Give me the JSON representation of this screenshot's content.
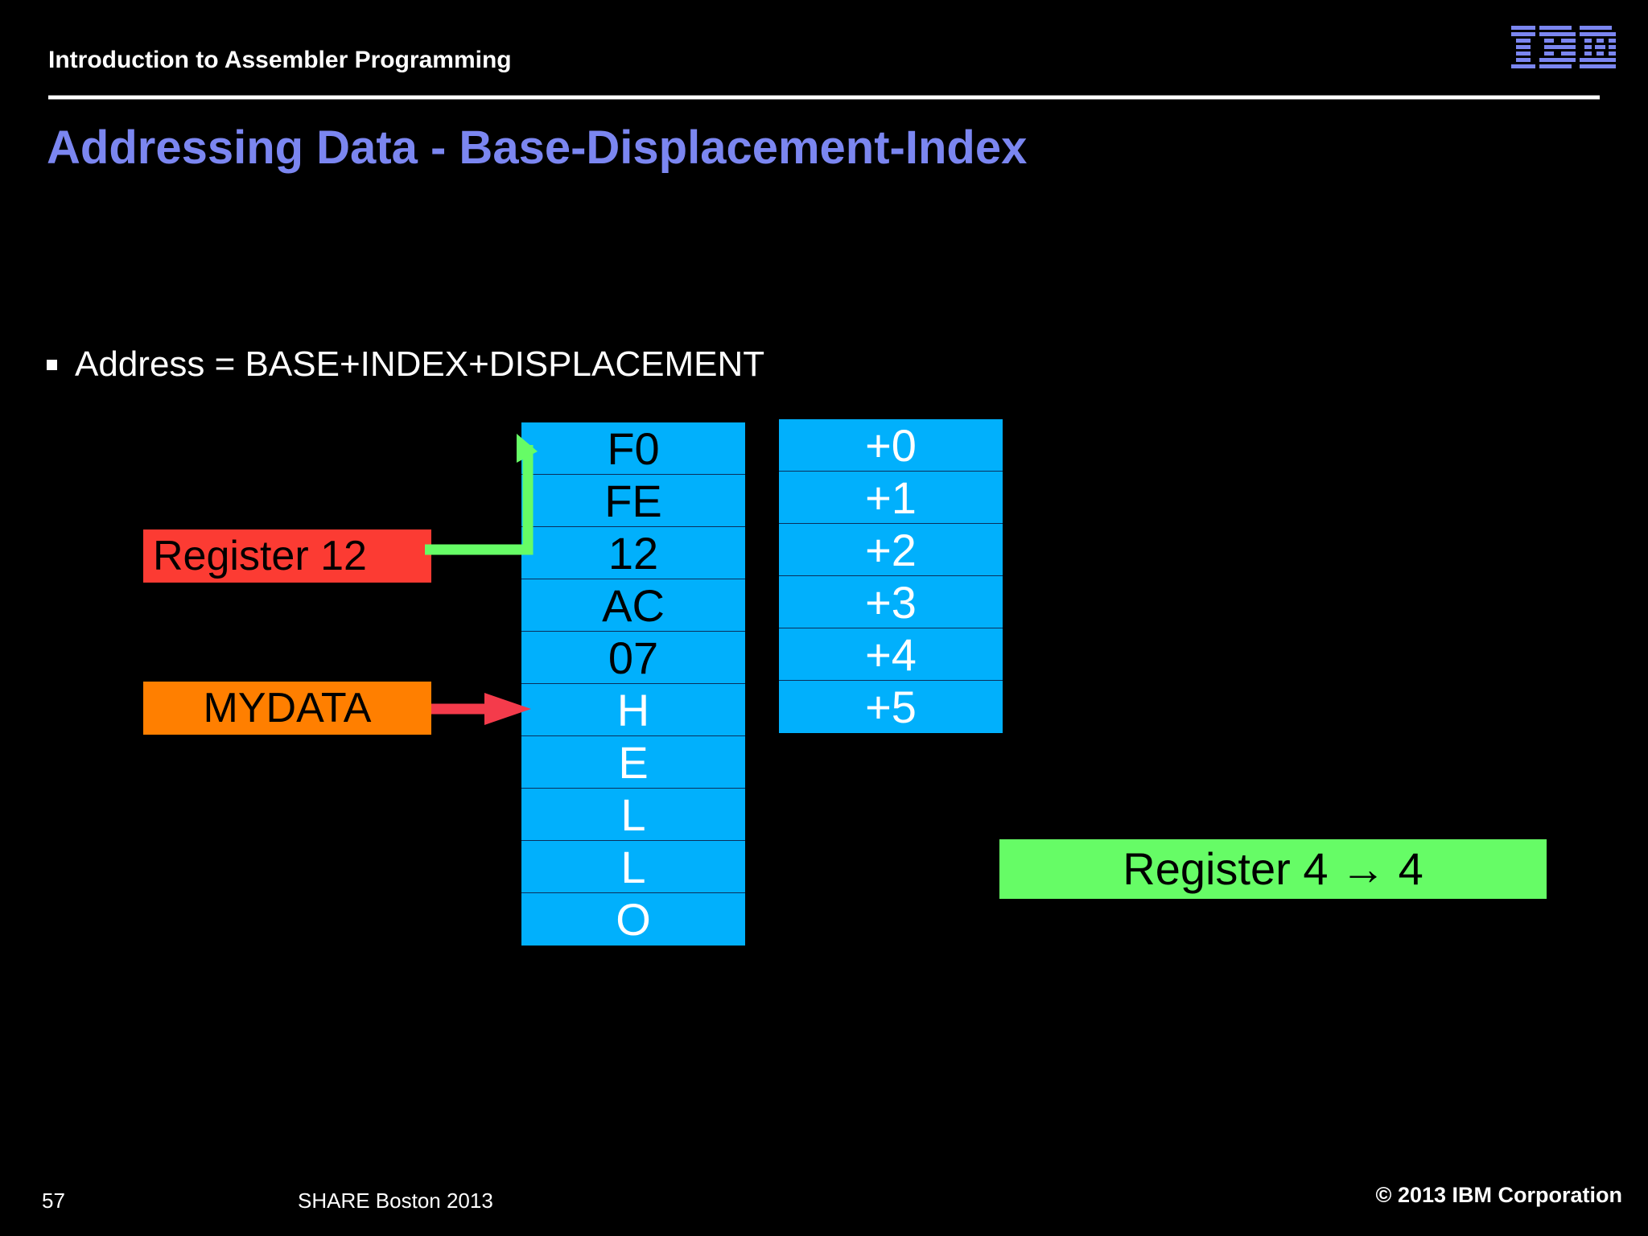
{
  "header": {
    "course_title": "Introduction to Assembler Programming",
    "logo_name": "ibm-logo",
    "logo_color": "#7B86F0",
    "rule_color": "#ffffff"
  },
  "slide": {
    "title": "Addressing Data - Base-Displacement-Index",
    "title_color": "#7B86F0",
    "background_color": "#000000"
  },
  "bullets": [
    {
      "marker": "square-bullet",
      "text": "Address = BASE+INDEX+DISPLACEMENT"
    }
  ],
  "memory": {
    "cell_color": "#01B0FC",
    "cells": [
      {
        "value": "F0",
        "text_color": "dark"
      },
      {
        "value": "FE",
        "text_color": "dark"
      },
      {
        "value": "12",
        "text_color": "dark"
      },
      {
        "value": "AC",
        "text_color": "dark"
      },
      {
        "value": "07",
        "text_color": "dark"
      },
      {
        "value": "H",
        "text_color": "light"
      },
      {
        "value": "E",
        "text_color": "light"
      },
      {
        "value": "L",
        "text_color": "light"
      },
      {
        "value": "L",
        "text_color": "light"
      },
      {
        "value": "O",
        "text_color": "light"
      }
    ]
  },
  "offsets": {
    "cell_color": "#01B0FC",
    "cells": [
      "+0",
      "+1",
      "+2",
      "+3",
      "+4",
      "+5"
    ]
  },
  "labels": {
    "register12": {
      "text": "Register 12",
      "bg": "#FC3B33",
      "fg": "#000000"
    },
    "mydata": {
      "text": "MYDATA",
      "bg": "#FF7F00",
      "fg": "#000000"
    },
    "register4": {
      "text": "Register 4 → 4",
      "bg": "#66FC66",
      "fg": "#000000"
    }
  },
  "connectors": {
    "register12_arrow": {
      "name": "green-elbow-arrow",
      "color": "#66FC66",
      "target": "F0"
    },
    "mydata_arrow": {
      "name": "red-straight-arrow",
      "color": "#F43B4B",
      "target": "H"
    }
  },
  "footer": {
    "page_number": "57",
    "event": "SHARE Boston 2013",
    "copyright": "© 2013 IBM Corporation"
  }
}
